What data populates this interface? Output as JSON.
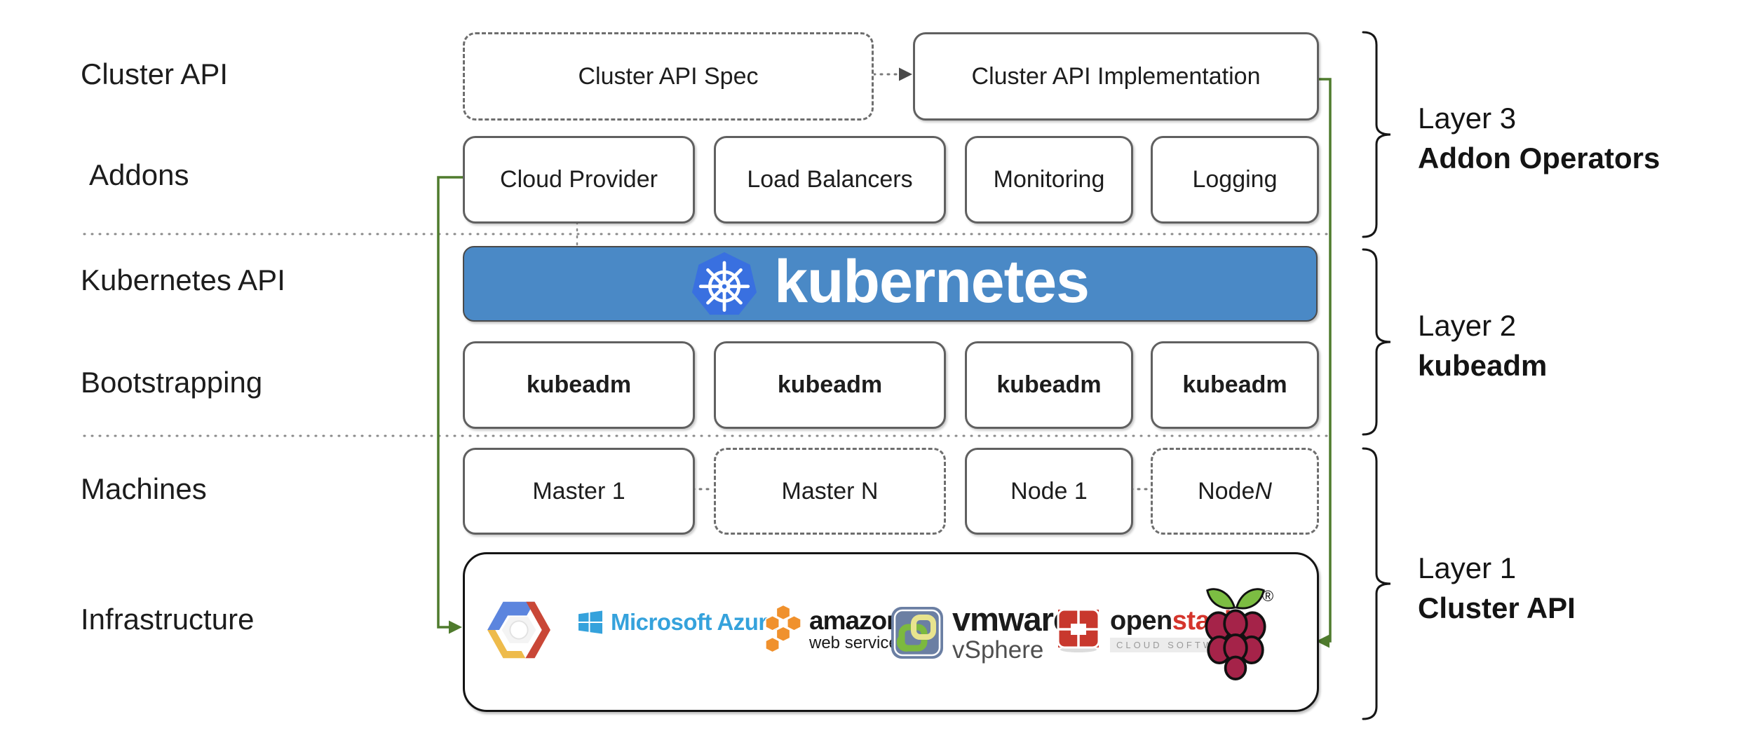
{
  "left_labels": {
    "cluster_api": "Cluster API",
    "addons": "Addons",
    "kubernetes_api": "Kubernetes API",
    "bootstrapping": "Bootstrapping",
    "machines": "Machines",
    "infrastructure": "Infrastructure"
  },
  "top_row": {
    "spec": "Cluster API Spec",
    "implementation": "Cluster API Implementation"
  },
  "addons_row": {
    "cloud_provider": "Cloud Provider",
    "load_balancers": "Load Balancers",
    "monitoring": "Monitoring",
    "logging": "Logging"
  },
  "kubernetes_banner": {
    "wordmark": "kubernetes"
  },
  "bootstrapping_row": {
    "labels": [
      "kubeadm",
      "kubeadm",
      "kubeadm",
      "kubeadm"
    ]
  },
  "machines_row": {
    "master_1": "Master 1",
    "master_n": "Master N",
    "node_1": "Node 1",
    "node_n_prefix": "Node ",
    "node_n_variable": "N"
  },
  "infrastructure_logos": {
    "azure": {
      "name": "Microsoft Azure"
    },
    "aws": {
      "line1": "amazon",
      "line2": "web services"
    },
    "vmware": {
      "line1": "vmware",
      "reg": "®",
      "line2": "vSphere"
    },
    "openstack": {
      "word_open": "open",
      "word_stack": "stack",
      "tm": "™",
      "subtitle": "CLOUD SOFTWARE"
    },
    "raspberry_pi": {
      "reg": "®"
    }
  },
  "layer_annotations": {
    "layer3": {
      "title": "Layer 3",
      "subtitle": "Addon Operators"
    },
    "layer2": {
      "title": "Layer 2",
      "subtitle": "kubeadm"
    },
    "layer1": {
      "title": "Layer 1",
      "subtitle": "Cluster API"
    }
  },
  "colors": {
    "connector_green": "#4F7B2D",
    "banner_blue": "#4A89C6",
    "kubernetes_hexagon_blue": "#3970E0",
    "azure_blue": "#35A2DC",
    "aws_orange": "#F0912D",
    "openstack_red": "#C8382D",
    "raspberry_red": "#A52349",
    "leaf_green": "#7CBD42",
    "gcp_blue": "#5C85DE",
    "gcp_red": "#C94737",
    "gcp_yellow": "#EEBB4B",
    "box_border_gray": "#606060",
    "brace_black": "#161616"
  }
}
